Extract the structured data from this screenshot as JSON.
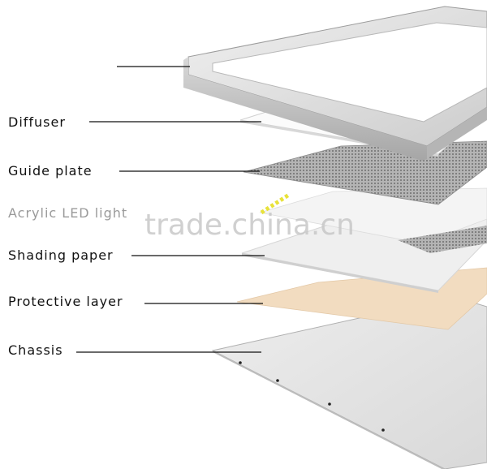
{
  "labels": {
    "frame": "",
    "diffuser": "Diffuser",
    "guide_plate": "Guide plate",
    "led_light": "Acrylic LED light",
    "shading_paper": "Shading paper",
    "protective_layer": "Protective layer",
    "chassis": "Chassis"
  },
  "watermark": "trade.china.cn",
  "colors": {
    "frame_light": "#e6e6e6",
    "frame_mid": "#cfcfcf",
    "frame_dark": "#a8a8a8",
    "diffuser": "#fbfbfb",
    "guide_plate": "#9a9a9a",
    "shading_paper": "#efefef",
    "protective_layer": "#f2dcc0",
    "chassis": "#e2e2e2",
    "led_strip": "#e8e23a"
  }
}
